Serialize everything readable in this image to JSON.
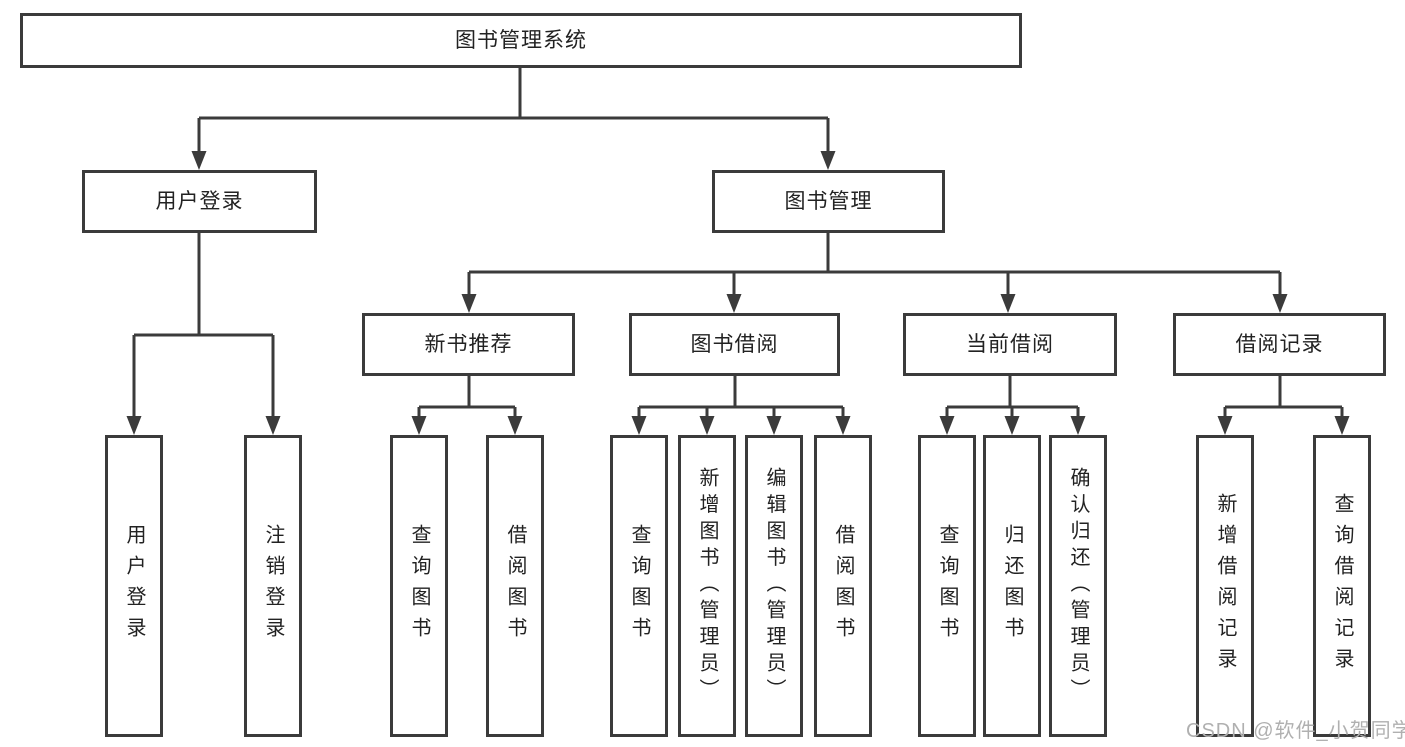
{
  "diagram_title": "图书管理系统",
  "colors": {
    "line": "#3b3b3b",
    "text": "#222222",
    "box_background": "#ffffff",
    "page_background": "#ffffff",
    "watermark": "#b0b0b0"
  },
  "tree": {
    "label": "图书管理系统",
    "children": [
      {
        "label": "用户登录",
        "children": [
          {
            "label": "用户登录"
          },
          {
            "label": "注销登录"
          }
        ]
      },
      {
        "label": "图书管理",
        "children": [
          {
            "label": "新书推荐",
            "children": [
              {
                "label": "查询图书"
              },
              {
                "label": "借阅图书"
              }
            ]
          },
          {
            "label": "图书借阅",
            "children": [
              {
                "label": "查询图书"
              },
              {
                "label": "新增图书（管理员）"
              },
              {
                "label": "编辑图书（管理员）"
              },
              {
                "label": "借阅图书"
              }
            ]
          },
          {
            "label": "当前借阅",
            "children": [
              {
                "label": "查询图书"
              },
              {
                "label": "归还图书"
              },
              {
                "label": "确认归还（管理员）"
              }
            ]
          },
          {
            "label": "借阅记录",
            "children": [
              {
                "label": "新增借阅记录"
              },
              {
                "label": "查询借阅记录"
              }
            ]
          }
        ]
      }
    ]
  },
  "watermark": {
    "text": "CSDN @软件_小贺同学"
  }
}
